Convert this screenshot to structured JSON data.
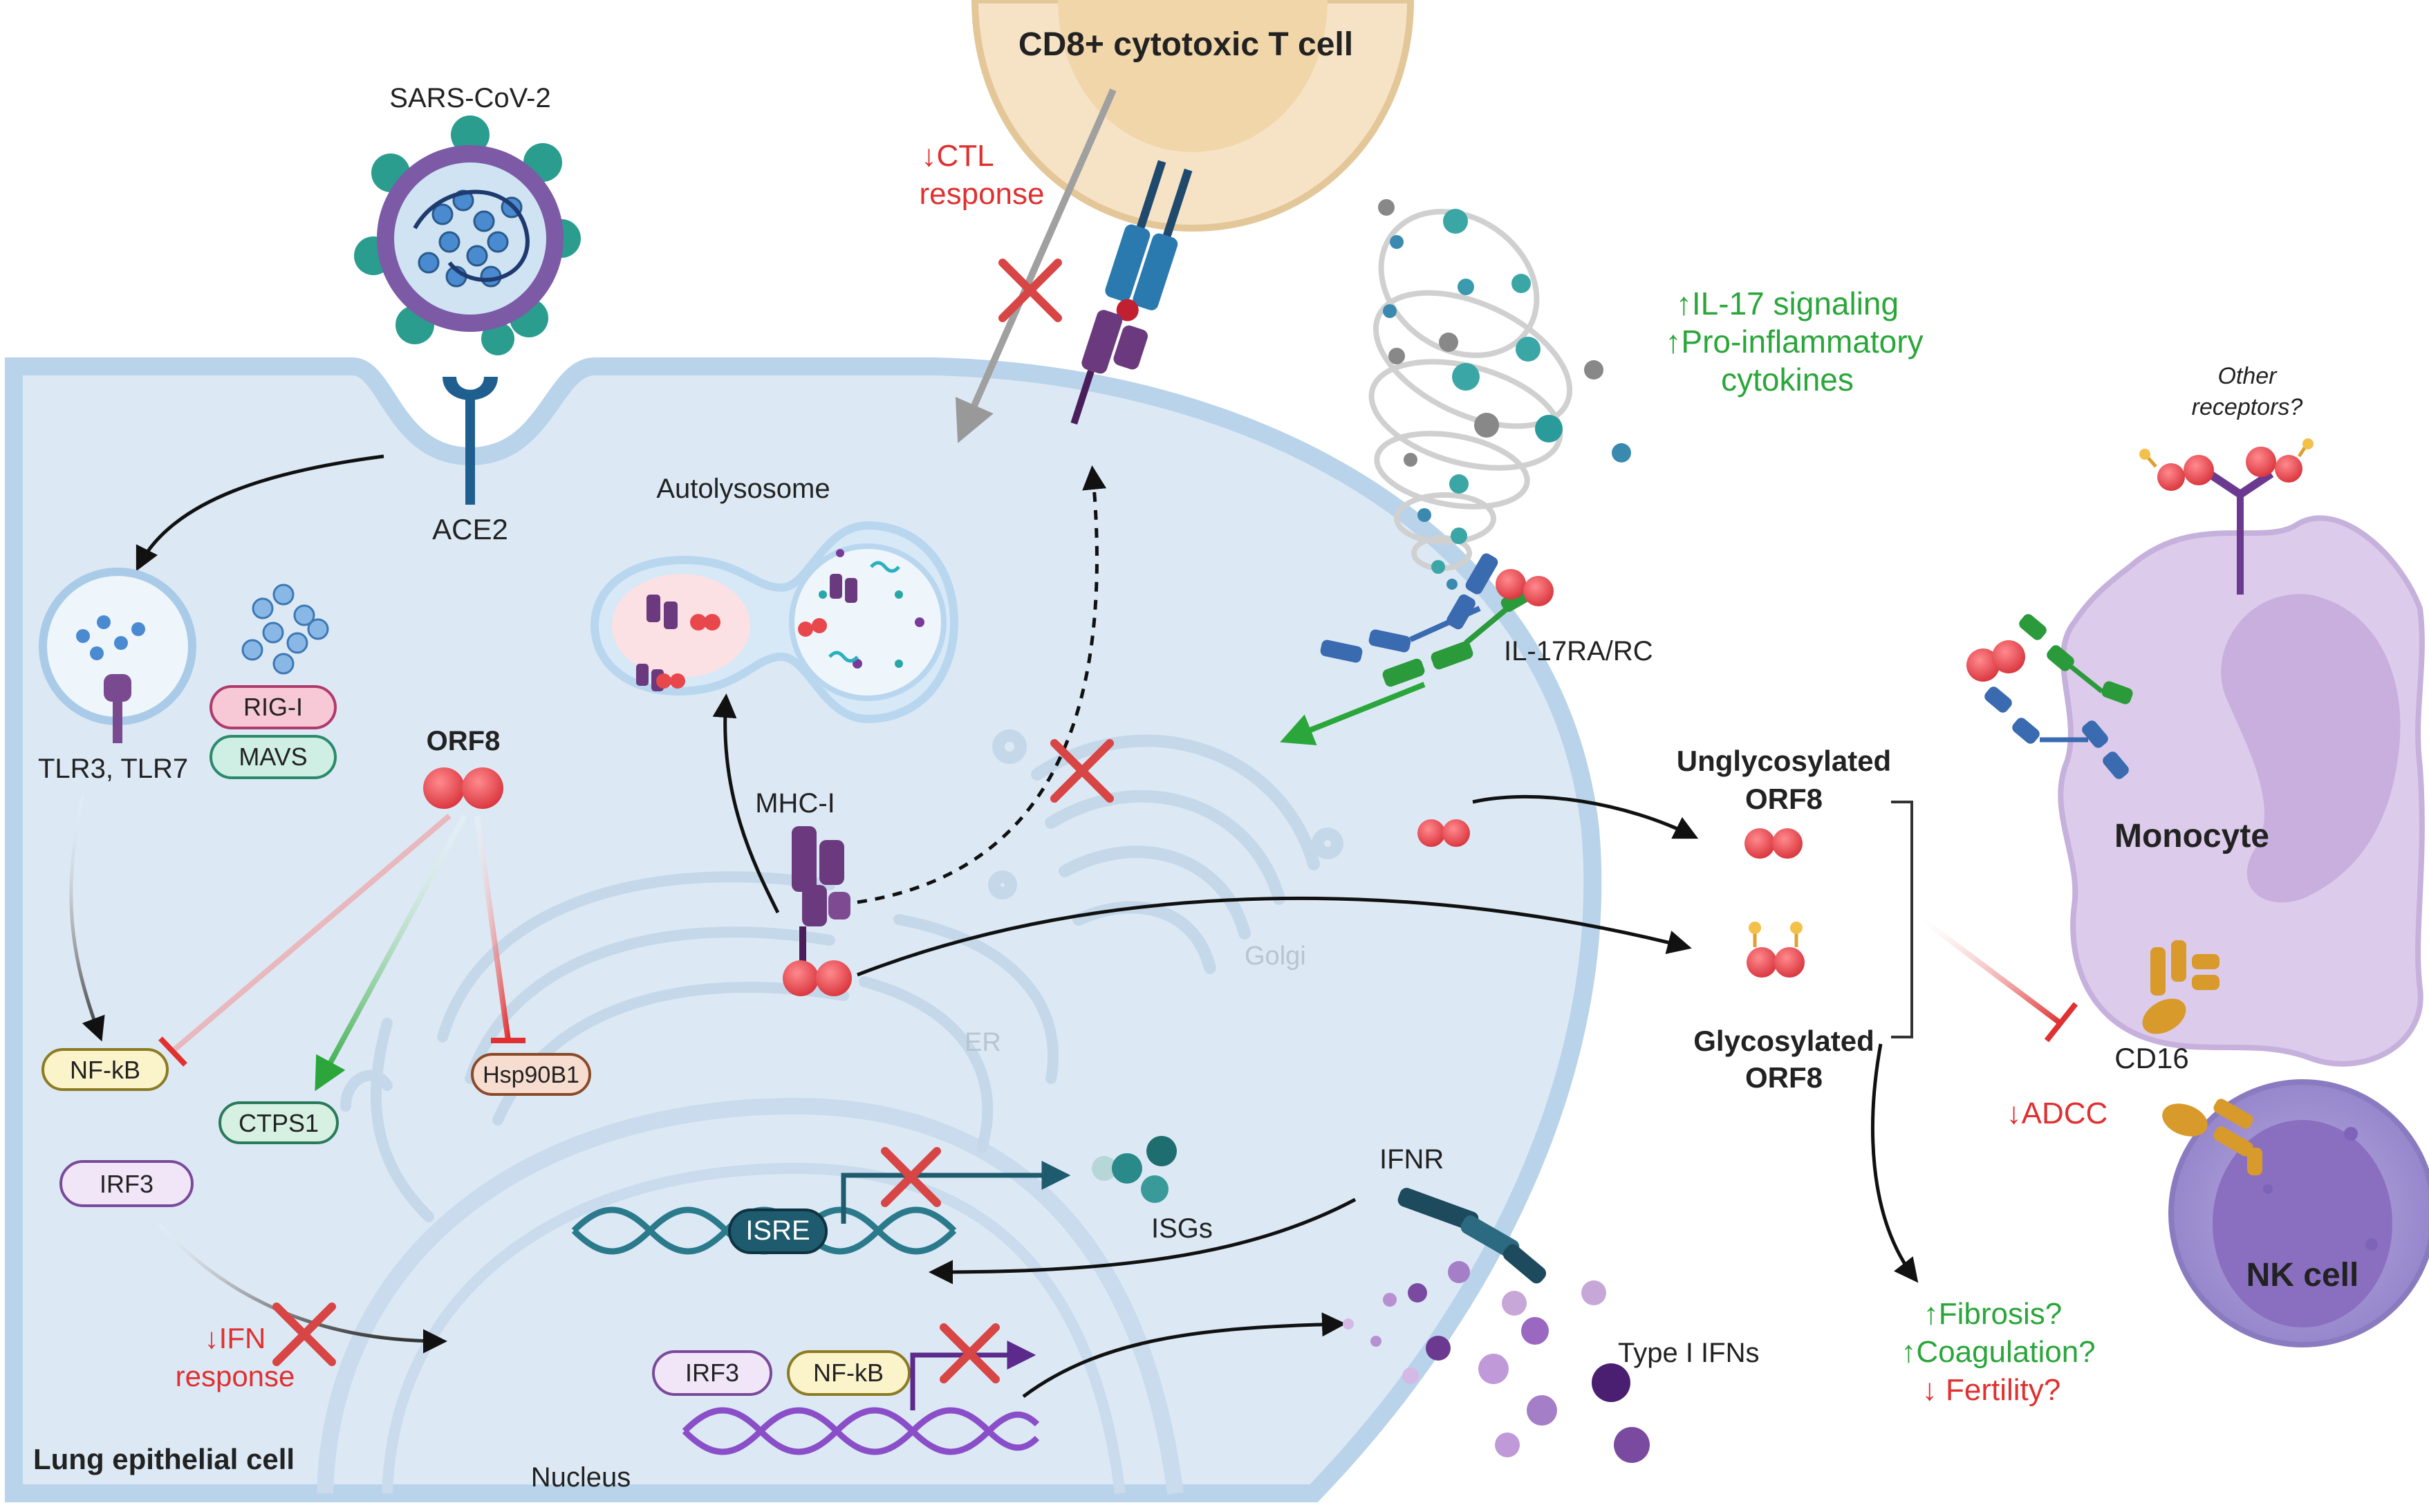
{
  "labels": {
    "virus": "SARS-CoV-2",
    "ace2": "ACE2",
    "tlr": "TLR3, TLR7",
    "rigi": "RIG-I",
    "mavs": "MAVS",
    "orf8": "ORF8",
    "nfkb": "NF-kB",
    "ctps1": "CTPS1",
    "hsp90b1": "Hsp90B1",
    "irf3": "IRF3",
    "ifn_response_1": "↓IFN",
    "ifn_response_2": "response",
    "lung_cell": "Lung epithelial cell",
    "nucleus": "Nucleus",
    "isre": "ISRE",
    "isgs": "ISGs",
    "irf3_dna": "IRF3",
    "nfkb_dna": "NF-kB",
    "ifnr": "IFNR",
    "type1_ifns": "Type I IFNs",
    "er": "ER",
    "golgi": "Golgi",
    "autolysosome": "Autolysosome",
    "mhc1": "MHC-I",
    "cd8": "CD8+ cytotoxic T cell",
    "ctl_1": "↓CTL",
    "ctl_2": "response",
    "il17_1": "↑IL-17 signaling",
    "il17_2": "↑Pro-inflammatory",
    "il17_3": "cytokines",
    "il17r": "IL-17RA/RC",
    "unglyco_1": "Unglycosylated",
    "unglyco_2": "ORF8",
    "glyco_1": "Glycosylated",
    "glyco_2": "ORF8",
    "other_1": "Other",
    "other_2": "receptors?",
    "monocyte": "Monocyte",
    "cd16": "CD16",
    "adcc": "↓ADCC",
    "nk": "NK cell",
    "fibrosis": "↑Fibrosis?",
    "coag": "↑Coagulation?",
    "fertility": "↓ Fertility?"
  },
  "colors": {
    "cell_fill": "#dce9f5",
    "membrane": "#b9d3ea",
    "orf8": "#e8474c",
    "inhibit": "#e03030",
    "activate": "#2aa63a",
    "mhc": "#6b3a7e",
    "tcr": "#1f5f8f",
    "dna_teal": "#2b7a8c",
    "dna_purple": "#8a4fc8",
    "monocyte": "#dccbea",
    "nk": "#a99bd6",
    "cd8": "#f6e3c6"
  }
}
